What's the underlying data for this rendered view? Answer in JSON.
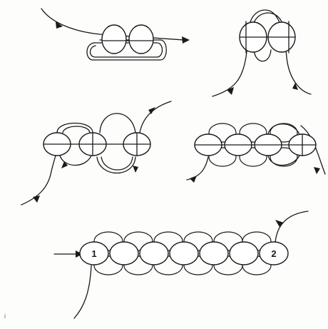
{
  "diagram": {
    "bead_labels": {
      "start": "1",
      "end": "2"
    },
    "corner_mark": "i",
    "colors": {
      "ink": "#1a1a1a",
      "bead_fill": "#ffffff",
      "background": "#fdfdfb"
    },
    "steps": 5
  }
}
